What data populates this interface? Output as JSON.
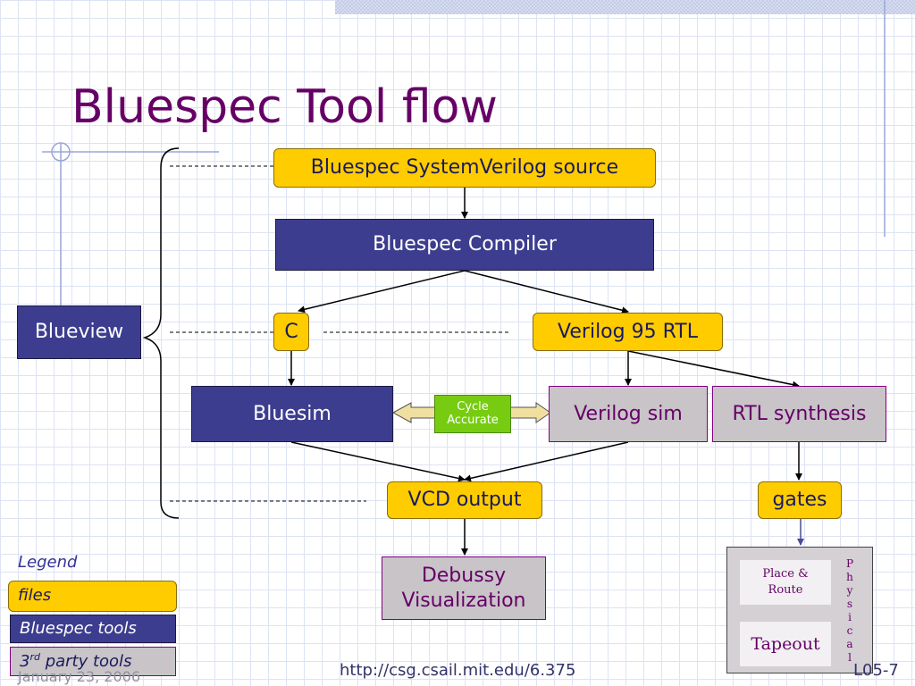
{
  "slide": {
    "title": "Bluespec Tool flow",
    "footer_url": "http://csg.csail.mit.edu/6.375",
    "footer_date": "January 23, 2006",
    "footer_page": "L05-7"
  },
  "diagram": {
    "source": "Bluespec SystemVerilog source",
    "compiler": "Bluespec Compiler",
    "c": "C",
    "verilog_rtl": "Verilog 95 RTL",
    "blueview": "Blueview",
    "bluesim": "Bluesim",
    "cycle_accurate_1": "Cycle",
    "cycle_accurate_2": "Accurate",
    "verilog_sim": "Verilog sim",
    "rtl_synthesis": "RTL synthesis",
    "vcd_output": "VCD output",
    "gates": "gates",
    "debussy_1": "Debussy",
    "debussy_2": "Visualization",
    "place_route_1": "Place &",
    "place_route_2": "Route",
    "tapeout": "Tapeout",
    "physical": [
      "P",
      "h",
      "y",
      "s",
      "i",
      "c",
      "a",
      "l"
    ]
  },
  "legend": {
    "title": "Legend",
    "files": "files",
    "tools": "Bluespec tools",
    "third_sup": "rd",
    "third_num": "3",
    "third_rest": " party tools"
  },
  "colors": {
    "file": "#ffcc00",
    "tool": "#3d3d8f",
    "third_party": "#c8c4c8",
    "title": "#660066",
    "cycle": "#77cc11"
  }
}
